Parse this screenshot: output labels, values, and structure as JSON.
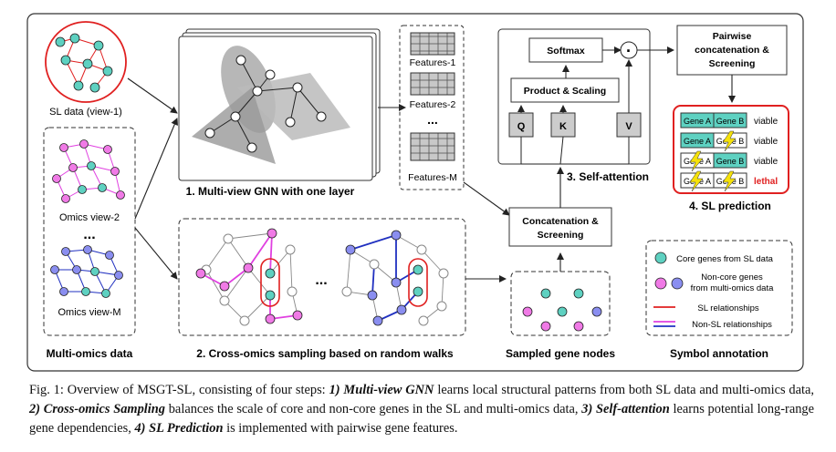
{
  "panels": {
    "sl_data_label": "SL data (view-1)",
    "omics_view_2": "Omics view-2",
    "omics_dots": "...",
    "omics_view_m": "Omics view-M",
    "multi_omics_title": "Multi-omics data",
    "gnn_title": "1. Multi-view GNN with one layer",
    "features": [
      "Features-1",
      "Features-2",
      "...",
      "Features-M"
    ],
    "sampling_title": "2. Cross-omics sampling based on random walks",
    "sampling_dots": "...",
    "sampled_title": "Sampled gene nodes",
    "softmax": "Softmax",
    "product_scaling": "Product & Scaling",
    "q": "Q",
    "k": "K",
    "v": "V",
    "dot": "·",
    "self_attention_title": "3. Self-attention",
    "concat_screening": [
      "Concatenation &",
      "Screening"
    ],
    "pairwise": [
      "Pairwise",
      "concatenation &",
      "Screening"
    ],
    "sl_prediction_title": "4. SL prediction",
    "predictions": [
      {
        "a": "Gene A",
        "b": "Gene B",
        "label": "viable"
      },
      {
        "a": "Gene A",
        "b": "Gene B",
        "label": "viable"
      },
      {
        "a": "Gene A",
        "b": "Gene B",
        "label": "viable"
      },
      {
        "a": "Gene A",
        "b": "Gene B",
        "label": "lethal"
      }
    ],
    "legend": {
      "core": "Core genes from SL data",
      "noncore": [
        "Non-core genes",
        "from multi-omics data"
      ],
      "sl_rel": "SL relationships",
      "nonsl_rel": "Non-SL relationships",
      "title": "Symbol annotation"
    }
  },
  "colors": {
    "teal": "#5ed1c1",
    "pink": "#f07ae6",
    "blue": "#8a8ef0",
    "red": "#e02020",
    "magenta": "#e040e0",
    "navy": "#2030c0"
  },
  "caption": {
    "prefix": "Fig. 1: Overview of MSGT-SL, consisting of four steps: ",
    "s1": "1) Multi-view GNN",
    "t1": " learns local structural patterns from both SL data and multi-omics data, ",
    "s2": "2) Cross-omics Sampling",
    "t2": " balances the scale of core and non-core genes in the SL and multi-omics data, ",
    "s3": "3) Self-attention",
    "t3": " learns potential long-range gene dependencies, ",
    "s4": "4) SL Prediction",
    "t4": " is implemented with pairwise gene features."
  }
}
